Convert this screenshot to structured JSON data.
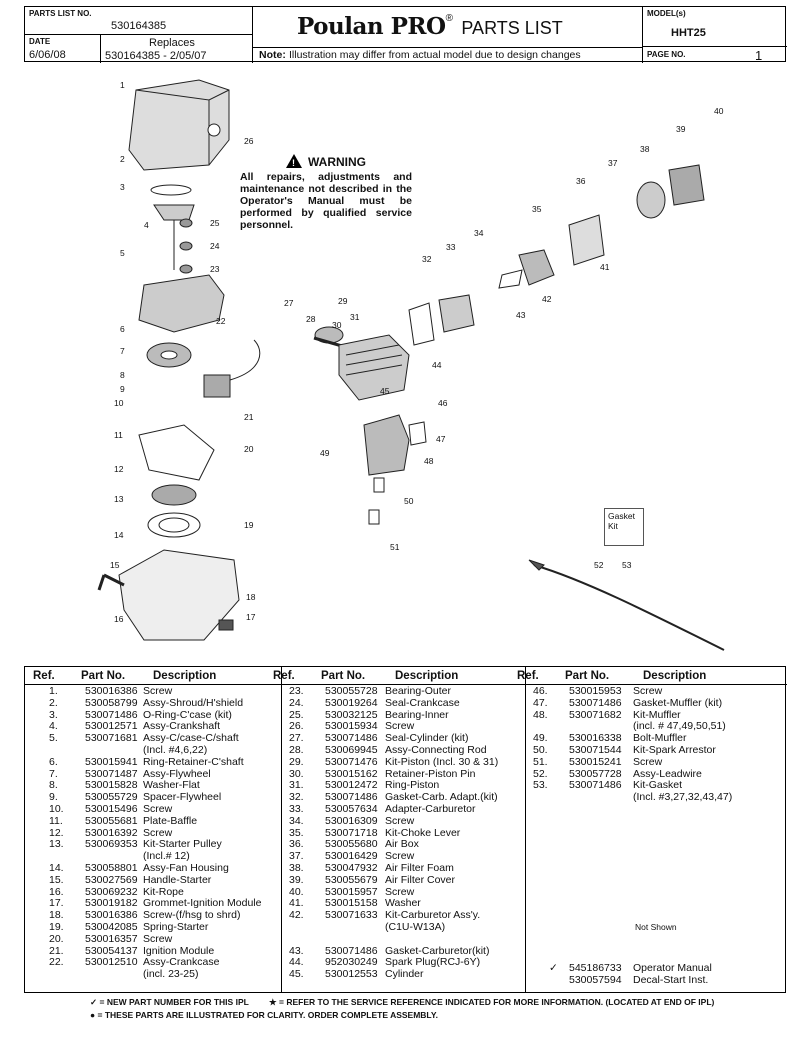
{
  "header": {
    "parts_list_no_label": "PARTS LIST NO.",
    "parts_list_no": "530164385",
    "date_label": "DATE",
    "date": "6/06/08",
    "replaces_label": "Replaces",
    "replaces": "530164385 - 2/05/07",
    "brand": "Poulan PRO",
    "brand_mark": "®",
    "doc_title": "PARTS LIST",
    "note_label": "Note:",
    "note": "Illustration may differ from actual model due to design changes",
    "model_label": "MODEL(s)",
    "model": "HHT25",
    "page_label": "PAGE  NO.",
    "page": "1"
  },
  "warning": {
    "title": "WARNING",
    "text": "All repairs, adjustments and maintenance not described in the Operator's Manual must be performed by qualified service personnel."
  },
  "gasket_kit": {
    "line1": "Gasket",
    "line2": "Kit"
  },
  "callouts": [
    "1",
    "2",
    "3",
    "4",
    "5",
    "6",
    "7",
    "8",
    "9",
    "10",
    "11",
    "12",
    "13",
    "14",
    "15",
    "16",
    "17",
    "18",
    "19",
    "20",
    "21",
    "22",
    "23",
    "24",
    "25",
    "26",
    "27",
    "28",
    "29",
    "30",
    "31",
    "32",
    "33",
    "34",
    "35",
    "36",
    "37",
    "38",
    "39",
    "40",
    "41",
    "42",
    "43",
    "44",
    "45",
    "46",
    "47",
    "48",
    "49",
    "50",
    "51",
    "52",
    "53"
  ],
  "table_headers": {
    "ref": "Ref.",
    "part": "Part No.",
    "desc": "Description"
  },
  "columns": [
    [
      {
        "ref": "1.",
        "part": "530016386",
        "desc": "Screw"
      },
      {
        "ref": "2.",
        "part": "530058799",
        "desc": "Assy-Shroud/H'shield"
      },
      {
        "ref": "3.",
        "part": "530071486",
        "desc": "O-Ring-C'case (kit)"
      },
      {
        "ref": "4.",
        "part": "530012571",
        "desc": "Assy-Crankshaft"
      },
      {
        "ref": "5.",
        "part": "530071681",
        "desc": "Assy-C/case-C/shaft"
      },
      {
        "ref": "",
        "part": "",
        "desc": "(Incl. #4,6,22)"
      },
      {
        "ref": "6.",
        "part": "530015941",
        "desc": "Ring-Retainer-C'shaft"
      },
      {
        "ref": "7.",
        "part": "530071487",
        "desc": "Assy-Flywheel"
      },
      {
        "ref": "8.",
        "part": "530015828",
        "desc": "Washer-Flat"
      },
      {
        "ref": "9.",
        "part": "530055729",
        "desc": "Spacer-Flywheel"
      },
      {
        "ref": "10.",
        "part": "530015496",
        "desc": "Screw"
      },
      {
        "ref": "11.",
        "part": "530055681",
        "desc": "Plate-Baffle"
      },
      {
        "ref": "12.",
        "part": "530016392",
        "desc": "Screw"
      },
      {
        "ref": "13.",
        "part": "530069353",
        "desc": "Kit-Starter Pulley"
      },
      {
        "ref": "",
        "part": "",
        "desc": "(Incl.# 12)"
      },
      {
        "ref": "14.",
        "part": "530058801",
        "desc": "Assy-Fan Housing"
      },
      {
        "ref": "15.",
        "part": "530027569",
        "desc": "Handle-Starter"
      },
      {
        "ref": "16.",
        "part": "530069232",
        "desc": "Kit-Rope"
      },
      {
        "ref": "17.",
        "part": "530019182",
        "desc": "Grommet-Ignition Module"
      },
      {
        "ref": "18.",
        "part": "530016386",
        "desc": "Screw-(f/hsg to shrd)"
      },
      {
        "ref": "19.",
        "part": "530042085",
        "desc": "Spring-Starter"
      },
      {
        "ref": "20.",
        "part": "530016357",
        "desc": "Screw"
      },
      {
        "ref": "21.",
        "part": "530054137",
        "desc": "Ignition Module"
      },
      {
        "ref": "22.",
        "part": "530012510",
        "desc": "Assy-Crankcase"
      },
      {
        "ref": "",
        "part": "",
        "desc": "(incl. 23-25)"
      }
    ],
    [
      {
        "ref": "23.",
        "part": "530055728",
        "desc": "Bearing-Outer"
      },
      {
        "ref": "24.",
        "part": "530019264",
        "desc": "Seal-Crankcase"
      },
      {
        "ref": "25.",
        "part": "530032125",
        "desc": "Bearing-Inner"
      },
      {
        "ref": "26.",
        "part": "530015934",
        "desc": "Screw"
      },
      {
        "ref": "27.",
        "part": "530071486",
        "desc": "Seal-Cylinder (kit)"
      },
      {
        "ref": "28.",
        "part": "530069945",
        "desc": "Assy-Connecting Rod"
      },
      {
        "ref": "29.",
        "part": "530071476",
        "desc": "Kit-Piston  (Incl. 30 & 31)"
      },
      {
        "ref": "30.",
        "part": "530015162",
        "desc": "Retainer-Piston Pin"
      },
      {
        "ref": "31.",
        "part": "530012472",
        "desc": "Ring-Piston"
      },
      {
        "ref": "32.",
        "part": "530071486",
        "desc": "Gasket-Carb. Adapt.(kit)"
      },
      {
        "ref": "33.",
        "part": "530057634",
        "desc": "Adapter-Carburetor"
      },
      {
        "ref": "34.",
        "part": "530016309",
        "desc": "Screw"
      },
      {
        "ref": "35.",
        "part": "530071718",
        "desc": "Kit-Choke Lever"
      },
      {
        "ref": "36.",
        "part": "530055680",
        "desc": "Air Box"
      },
      {
        "ref": "37.",
        "part": "530016429",
        "desc": "Screw"
      },
      {
        "ref": "38.",
        "part": "530047932",
        "desc": "Air Filter Foam"
      },
      {
        "ref": "39.",
        "part": "530055679",
        "desc": "Air Filter Cover"
      },
      {
        "ref": "40.",
        "part": "530015957",
        "desc": "Screw"
      },
      {
        "ref": "41.",
        "part": "530015158",
        "desc": "Washer"
      },
      {
        "ref": "42.",
        "part": "530071633",
        "desc": "Kit-Carburetor Ass'y."
      },
      {
        "ref": "",
        "part": "",
        "desc": "(C1U-W13A)"
      },
      {
        "ref": "",
        "part": "",
        "desc": ""
      },
      {
        "ref": "43.",
        "part": "530071486",
        "desc": "Gasket-Carburetor(kit)"
      },
      {
        "ref": "44.",
        "part": "952030249",
        "desc": "Spark Plug(RCJ-6Y)"
      },
      {
        "ref": "45.",
        "part": "530012553",
        "desc": "Cylinder"
      }
    ],
    [
      {
        "ref": "46.",
        "part": "530015953",
        "desc": "Screw"
      },
      {
        "ref": "47.",
        "part": "530071486",
        "desc": "Gasket-Muffler (kit)"
      },
      {
        "ref": "48.",
        "part": "530071682",
        "desc": "Kit-Muffler"
      },
      {
        "ref": "",
        "part": "",
        "desc": "(incl. # 47,49,50,51)"
      },
      {
        "ref": "49.",
        "part": "530016338",
        "desc": "Bolt-Muffler"
      },
      {
        "ref": "50.",
        "part": "530071544",
        "desc": "Kit-Spark Arrestor"
      },
      {
        "ref": "51.",
        "part": "530015241",
        "desc": "Screw"
      },
      {
        "ref": "52.",
        "part": "530057728",
        "desc": "Assy-Leadwire"
      },
      {
        "ref": "53.",
        "part": "530071486",
        "desc": "Kit-Gasket"
      },
      {
        "ref": "",
        "part": "",
        "desc": "(Incl. #3,27,32,43,47)"
      }
    ]
  ],
  "not_shown_label": "Not Shown",
  "not_shown": [
    {
      "mark": "✓",
      "part": "545186733",
      "desc": "Operator Manual"
    },
    {
      "mark": "",
      "part": "530057594",
      "desc": "Decal-Start Inst."
    }
  ],
  "footnotes": {
    "new_part_mark": "✓",
    "new_part": "= NEW PART NUMBER FOR THIS  IPL",
    "star_mark": "★",
    "star": "= REFER TO THE SERVICE REFERENCE  INDICATED FOR MORE INFORMATION. (LOCATED AT END OF IPL)",
    "dot_mark": "●",
    "dot": "= THESE PARTS ARE  ILLUSTRATED FOR CLARITY.    ORDER  COMPLETE   ASSEMBLY."
  }
}
